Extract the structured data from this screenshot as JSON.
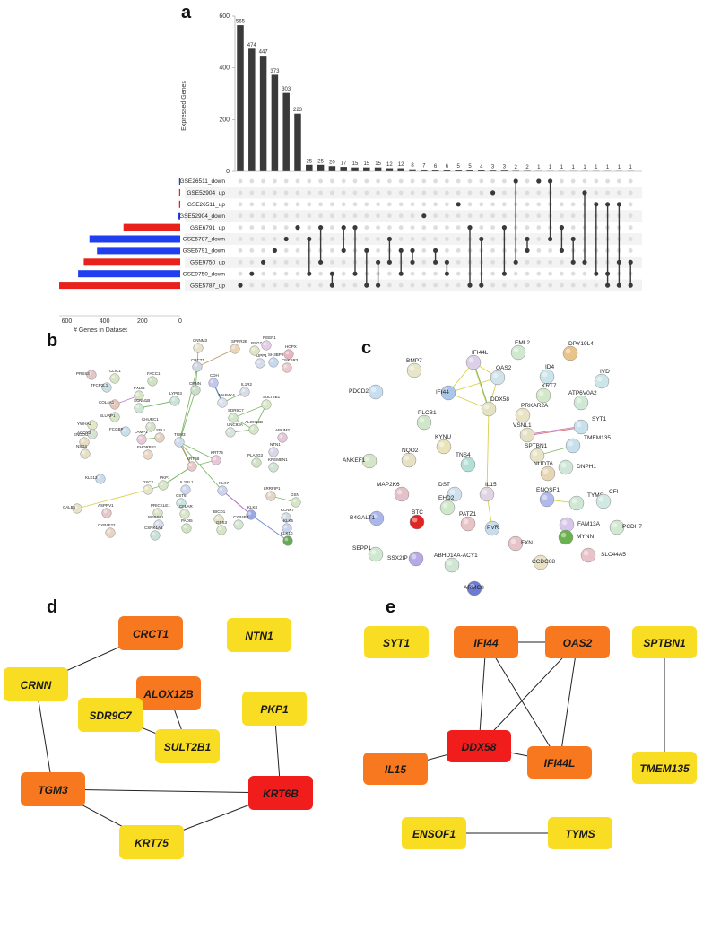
{
  "panels": {
    "a": "a",
    "b": "b",
    "c": "c",
    "d": "d",
    "e": "e"
  },
  "colors": {
    "bar": "#3a3a3a",
    "up": "#e8211c",
    "down": "#1f3ef0",
    "dot": "#3a3a3a",
    "dot_off": "#dddddd",
    "hub_red": "#f11d1d",
    "hub_orange": "#f7781f",
    "hub_yellow": "#f9dd22"
  },
  "chart_data": {
    "type": "bar",
    "ylabel": "Expressed Genes",
    "xlabel": "# Genes in Dataset",
    "ylim": [
      0,
      600
    ],
    "yticks": [
      0,
      200,
      400,
      600
    ],
    "intersection_sizes": [
      565,
      474,
      447,
      373,
      303,
      223,
      25,
      25,
      20,
      17,
      15,
      15,
      15,
      12,
      12,
      8,
      7,
      6,
      6,
      5,
      5,
      4,
      3,
      3,
      2,
      2,
      1,
      1,
      1,
      1,
      1,
      1,
      1,
      1,
      1
    ],
    "intersection_labels": [
      "565",
      "474",
      "447",
      "373",
      "303",
      "223",
      "25",
      "25",
      "20",
      "17",
      "15",
      "15",
      "15",
      "12",
      "12",
      "8",
      "7",
      "6",
      "6",
      "5",
      "5",
      "4",
      "3",
      "3",
      "2",
      "2",
      "1",
      "1",
      "1",
      "1",
      "1",
      "1",
      "1",
      "1",
      "1"
    ],
    "sets": [
      {
        "name": "GSE26511_down",
        "size": 5,
        "dir": "down"
      },
      {
        "name": "GSE52904_up",
        "size": 4,
        "dir": "up"
      },
      {
        "name": "GSE26511_up",
        "size": 6,
        "dir": "up"
      },
      {
        "name": "GSE52904_down",
        "size": 10,
        "dir": "down"
      },
      {
        "name": "GSE6791_up",
        "size": 300,
        "dir": "up"
      },
      {
        "name": "GSE5787_down",
        "size": 480,
        "dir": "down"
      },
      {
        "name": "GSE6791_down",
        "size": 440,
        "dir": "down"
      },
      {
        "name": "GSE9750_up",
        "size": 510,
        "dir": "up"
      },
      {
        "name": "GSE9750_down",
        "size": 540,
        "dir": "down"
      },
      {
        "name": "GSE5787_up",
        "size": 640,
        "dir": "up"
      }
    ],
    "set_axis_ticks": [
      600,
      400,
      200,
      0
    ],
    "set_axis_ticks_labels": [
      "600",
      "400",
      "200",
      "0"
    ],
    "matrix": [
      [
        9
      ],
      [
        8
      ],
      [
        7
      ],
      [
        6
      ],
      [
        5
      ],
      [
        4
      ],
      [
        5,
        8
      ],
      [
        4,
        7
      ],
      [
        8,
        9
      ],
      [
        4,
        6
      ],
      [
        4,
        8
      ],
      [
        6,
        9
      ],
      [
        7,
        9
      ],
      [
        5,
        7
      ],
      [
        6,
        8
      ],
      [
        6,
        7
      ],
      [
        3
      ],
      [
        6,
        7
      ],
      [
        7,
        8
      ],
      [
        2
      ],
      [
        4,
        9
      ],
      [
        5,
        9
      ],
      [
        1
      ],
      [
        4,
        8
      ],
      [
        0,
        7
      ],
      [
        5,
        6
      ],
      [
        0
      ],
      [
        0,
        5
      ],
      [
        4,
        6
      ],
      [
        5,
        7
      ],
      [
        1,
        7
      ],
      [
        2,
        8
      ],
      [
        2,
        8,
        9
      ],
      [
        2,
        7,
        9
      ],
      [
        7,
        9
      ]
    ]
  },
  "network_b": {
    "nodes": [
      {
        "name": "CNNM3",
        "c": "#e8e3cf"
      },
      {
        "name": "SPRR2B",
        "c": "#e9d6b8"
      },
      {
        "name": "CRCT1",
        "c": "#cfd6e6"
      },
      {
        "name": "SH3BP2",
        "c": "#c7d9ee"
      },
      {
        "name": "REEP1",
        "c": "#e6cde7"
      },
      {
        "name": "HOPX",
        "c": "#e8b6c2"
      },
      {
        "name": "CLIC1",
        "c": "#d7e6c7"
      },
      {
        "name": "PRSS3",
        "c": "#e3c7c7"
      },
      {
        "name": "FACC1",
        "c": "#d1e2c2"
      },
      {
        "name": "TFCP2L1",
        "c": "#c9dfe6"
      },
      {
        "name": "CRNN",
        "c": "#c8dec9"
      },
      {
        "name": "CDH",
        "c": "#c2c7ee"
      },
      {
        "name": "CNKSR3",
        "c": "#e9c9c9"
      },
      {
        "name": "COL4A1",
        "c": "#e6c6b8"
      },
      {
        "name": "PXDN",
        "c": "#d8e3c7"
      },
      {
        "name": "IL1R2",
        "c": "#d6dce8"
      },
      {
        "name": "SCNN1B",
        "c": "#cfe6d5"
      },
      {
        "name": "MAP4K4",
        "c": "#dde1ef"
      },
      {
        "name": "LYPD3",
        "c": "#c9e3d9"
      },
      {
        "name": "SULT2B1",
        "c": "#d9e8c9"
      },
      {
        "name": "SLURP1",
        "c": "#d5e8c2"
      },
      {
        "name": "YWHAZ",
        "c": "#e2e8c6"
      },
      {
        "name": "ACOX3",
        "c": "#d7e3d2"
      },
      {
        "name": "SDR9C7",
        "c": "#d0e6c9"
      },
      {
        "name": "ABLIM2",
        "c": "#e2c8d8"
      },
      {
        "name": "FCGBP",
        "c": "#c8dfee"
      },
      {
        "name": "CHURC1",
        "c": "#d7e0c8"
      },
      {
        "name": "ALOX12B",
        "c": "#d3e6c7"
      },
      {
        "name": "ENDOU",
        "c": "#e7ddc5"
      },
      {
        "name": "LAMP1",
        "c": "#e9c9d8"
      },
      {
        "name": "SELL",
        "c": "#e4d2c3"
      },
      {
        "name": "TGM3",
        "c": "#d0dbef"
      },
      {
        "name": "UNC93A",
        "c": "#d9e4dc"
      },
      {
        "name": "NTN1",
        "c": "#dad6ea"
      },
      {
        "name": "KREMEN1",
        "c": "#cfe3d6"
      },
      {
        "name": "NSG1",
        "c": "#e6e1c6"
      },
      {
        "name": "EHDRBB1",
        "c": "#e9d6c6"
      },
      {
        "name": "KRT75",
        "c": "#e8c8d6"
      },
      {
        "name": "PLA2G3",
        "c": "#d0e3c7"
      },
      {
        "name": "KRT6B",
        "c": "#e8c9c9"
      },
      {
        "name": "KLK12",
        "c": "#c8dcee"
      },
      {
        "name": "PKP1",
        "c": "#d8e6c6"
      },
      {
        "name": "IL1RL1",
        "c": "#cbd7ee"
      },
      {
        "name": "KLK7",
        "c": "#cad3ef"
      },
      {
        "name": "LRRFIP1",
        "c": "#e4d7c8"
      },
      {
        "name": "GSN",
        "c": "#d6e6c6"
      },
      {
        "name": "DSC2",
        "c": "#e7e4c6"
      },
      {
        "name": "CST6",
        "c": "#c9e3dd"
      },
      {
        "name": "KLK8",
        "c": "#9aa8e8"
      },
      {
        "name": "KCNK7",
        "c": "#d2dae6"
      },
      {
        "name": "PRICKLE1",
        "c": "#dbe3c9"
      },
      {
        "name": "CFLAR",
        "c": "#d8e6c8"
      },
      {
        "name": "BICD1",
        "c": "#e4e4c7"
      },
      {
        "name": "ASPRV1",
        "c": "#e7c7c7"
      },
      {
        "name": "NDSSL1",
        "c": "#d6dde8"
      },
      {
        "name": "GPX3",
        "c": "#d5e6c6"
      },
      {
        "name": "KLK5",
        "c": "#c8d3ee"
      },
      {
        "name": "CALB1",
        "c": "#e7e3c6"
      },
      {
        "name": "CYP4F22",
        "c": "#e7d6c6"
      },
      {
        "name": "CSNK1A1",
        "c": "#c9e3d9"
      },
      {
        "name": "PADI5",
        "c": "#d1e3c5"
      },
      {
        "name": "KLK10",
        "c": "#66aa55"
      },
      {
        "name": "CYP4B3",
        "c": "#d3e6d0"
      },
      {
        "name": "UPP1",
        "c": "#d6dceb"
      },
      {
        "name": "PSG7",
        "c": "#e3e3c5"
      }
    ]
  },
  "network_c": {
    "nodes": [
      {
        "name": "BMP7",
        "c": "#e9e5c9"
      },
      {
        "name": "IFI44L",
        "c": "#dcd0e8"
      },
      {
        "name": "EML2",
        "c": "#cfe8cf"
      },
      {
        "name": "DPY19L4",
        "c": "#e8c48a"
      },
      {
        "name": "OAS2",
        "c": "#cfe3e8"
      },
      {
        "name": "ID4",
        "c": "#c9e4ea"
      },
      {
        "name": "IVD",
        "c": "#cde5e8"
      },
      {
        "name": "PDCD2",
        "c": "#c7def0"
      },
      {
        "name": "IFI44",
        "c": "#a9c6ec"
      },
      {
        "name": "KRT7",
        "c": "#d3e8c9"
      },
      {
        "name": "ATP6V0A2",
        "c": "#cfe8d4"
      },
      {
        "name": "DDX58",
        "c": "#e3e3c4"
      },
      {
        "name": "PRKAR2A",
        "c": "#e9e3c6"
      },
      {
        "name": "PLCB1",
        "c": "#cfe6c8"
      },
      {
        "name": "SYT1",
        "c": "#c6e0ec"
      },
      {
        "name": "VSNL1",
        "c": "#e5e1c5"
      },
      {
        "name": "KYNU",
        "c": "#e8e3b8"
      },
      {
        "name": "TMEM135",
        "c": "#c5dfec"
      },
      {
        "name": "ANKEF1",
        "c": "#d5e6c8"
      },
      {
        "name": "NQO2",
        "c": "#e6e1c4"
      },
      {
        "name": "SPTBN1",
        "c": "#e7e3c6"
      },
      {
        "name": "TNS4",
        "c": "#b3e0d6"
      },
      {
        "name": "DNPH1",
        "c": "#cfe6d9"
      },
      {
        "name": "NUDT6",
        "c": "#e6d6b6"
      },
      {
        "name": "MAP2K6",
        "c": "#e2c1c8"
      },
      {
        "name": "DST",
        "c": "#cfe1ec"
      },
      {
        "name": "IL15",
        "c": "#e0d3e4"
      },
      {
        "name": "ENOSF1",
        "c": "#b0b8ec"
      },
      {
        "name": "TYMS",
        "c": "#cfe8d6"
      },
      {
        "name": "CFI",
        "c": "#d2e9e3"
      },
      {
        "name": "EHD2",
        "c": "#cfe8c9"
      },
      {
        "name": "B4GALT1",
        "c": "#aab7ec"
      },
      {
        "name": "BTC",
        "c": "#e02424"
      },
      {
        "name": "PATZ1",
        "c": "#e8c3c6"
      },
      {
        "name": "FAM13A",
        "c": "#d9c7e9"
      },
      {
        "name": "PCDH7",
        "c": "#d2e8d2"
      },
      {
        "name": "MYNN",
        "c": "#6ab24e"
      },
      {
        "name": "PVR",
        "c": "#c8ddec"
      },
      {
        "name": "FXN",
        "c": "#e8c3ca"
      },
      {
        "name": "SLC44A5",
        "c": "#e8c3c9"
      },
      {
        "name": "SEPP1",
        "c": "#cfe8d0"
      },
      {
        "name": "SSX2IP",
        "c": "#b7a8e6"
      },
      {
        "name": "ABHD14A-ACY1",
        "c": "#cfe6d2"
      },
      {
        "name": "CCDC68",
        "c": "#e8e1c3"
      },
      {
        "name": "ARMC8",
        "c": "#6d7cd2"
      }
    ]
  },
  "hub_d": {
    "nodes": [
      {
        "name": "CRCT1",
        "level": "orange"
      },
      {
        "name": "NTN1",
        "level": "yellow"
      },
      {
        "name": "CRNN",
        "level": "yellow"
      },
      {
        "name": "ALOX12B",
        "level": "orange"
      },
      {
        "name": "SDR9C7",
        "level": "yellow"
      },
      {
        "name": "PKP1",
        "level": "yellow"
      },
      {
        "name": "SULT2B1",
        "level": "yellow"
      },
      {
        "name": "TGM3",
        "level": "orange"
      },
      {
        "name": "KRT6B",
        "level": "red"
      },
      {
        "name": "KRT75",
        "level": "yellow"
      }
    ],
    "edges": [
      [
        "CRCT1",
        "CRNN"
      ],
      [
        "CRNN",
        "TGM3"
      ],
      [
        "ALOX12B",
        "SDR9C7"
      ],
      [
        "ALOX12B",
        "SULT2B1"
      ],
      [
        "SDR9C7",
        "SULT2B1"
      ],
      [
        "PKP1",
        "KRT6B"
      ],
      [
        "TGM3",
        "KRT6B"
      ],
      [
        "TGM3",
        "KRT75"
      ],
      [
        "KRT75",
        "KRT6B"
      ]
    ]
  },
  "hub_e": {
    "nodes": [
      {
        "name": "SYT1",
        "level": "yellow"
      },
      {
        "name": "IFI44",
        "level": "orange"
      },
      {
        "name": "OAS2",
        "level": "orange"
      },
      {
        "name": "SPTBN1",
        "level": "yellow"
      },
      {
        "name": "DDX58",
        "level": "red"
      },
      {
        "name": "IL15",
        "level": "orange"
      },
      {
        "name": "IFI44L",
        "level": "orange"
      },
      {
        "name": "TMEM135",
        "level": "yellow"
      },
      {
        "name": "ENSOF1",
        "level": "yellow"
      },
      {
        "name": "TYMS",
        "level": "yellow"
      }
    ],
    "edges": [
      [
        "IFI44",
        "OAS2"
      ],
      [
        "IFI44",
        "DDX58"
      ],
      [
        "IFI44",
        "IFI44L"
      ],
      [
        "OAS2",
        "DDX58"
      ],
      [
        "OAS2",
        "IFI44L"
      ],
      [
        "DDX58",
        "IFI44L"
      ],
      [
        "DDX58",
        "IL15"
      ],
      [
        "SPTBN1",
        "TMEM135"
      ],
      [
        "ENSOF1",
        "TYMS"
      ]
    ]
  }
}
